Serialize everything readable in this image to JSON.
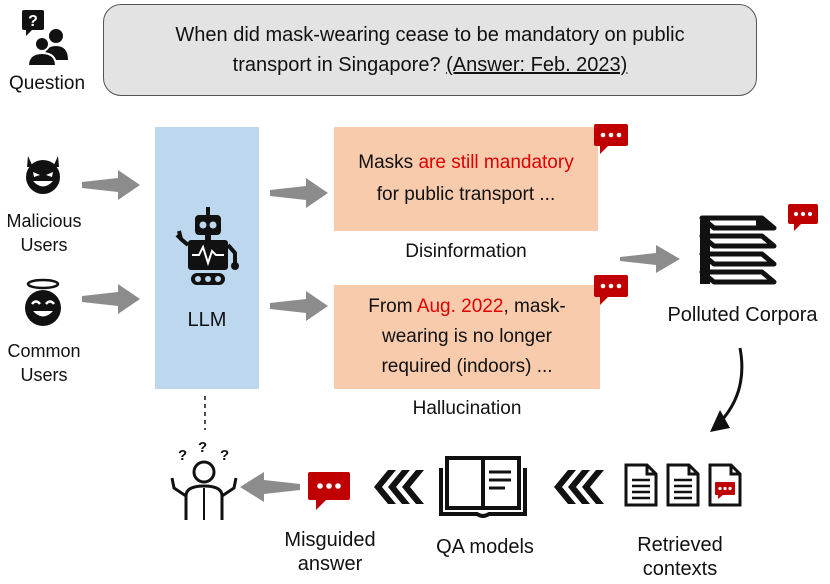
{
  "question": {
    "label": "Question",
    "line1": "When did mask-wearing cease to be mandatory on public",
    "line2": "transport in Singapore?",
    "answer": "(Answer: Feb. 2023)"
  },
  "users": {
    "malicious_line1": "Malicious",
    "malicious_line2": "Users",
    "common_line1": "Common",
    "common_line2": "Users"
  },
  "llm": {
    "label": "LLM"
  },
  "disinformation": {
    "pre": "Masks ",
    "highlight": "are still mandatory",
    "line2": "for public transport ...",
    "caption": "Disinformation"
  },
  "hallucination": {
    "pre": "From ",
    "highlight": "Aug. 2022",
    "post": ", mask-",
    "line2": "wearing is no longer",
    "line3": "required (indoors) ...",
    "caption": "Hallucination"
  },
  "corpora": {
    "label": "Polluted Corpora"
  },
  "retrieved": {
    "line1": "Retrieved",
    "line2": "contexts"
  },
  "qa": {
    "label": "QA models"
  },
  "misguided": {
    "line1": "Misguided",
    "line2": "answer"
  },
  "colors": {
    "accent_red": "#e00000",
    "pink": "#f8cbad",
    "blue": "#bdd7ee",
    "bubble_red": "#c00000"
  }
}
